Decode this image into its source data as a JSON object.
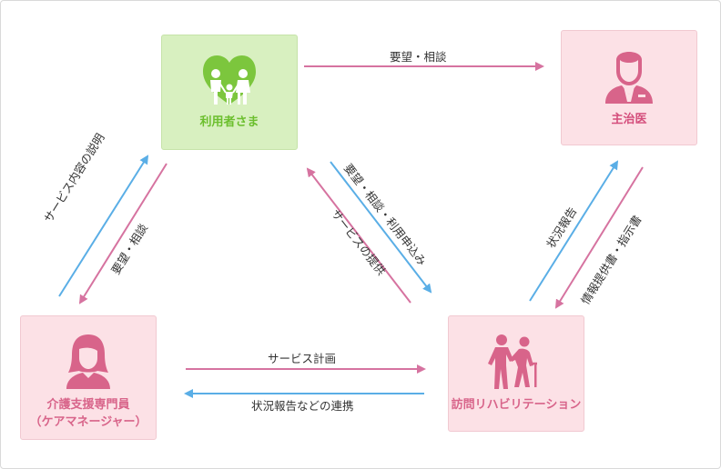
{
  "nodes": {
    "user": {
      "label": "利用者さま",
      "icon": "family-icon"
    },
    "doctor": {
      "label": "主治医",
      "icon": "doctor-icon"
    },
    "care_manager": {
      "label": "介護支援専門員",
      "sublabel": "（ケアマネージャー）",
      "icon": "woman-icon"
    },
    "rehab": {
      "label": "訪問リハビリテーション",
      "icon": "caregiver-elder-icon"
    }
  },
  "edges": {
    "user_to_doctor": "要望・相談",
    "cm_to_user": "サービス内容の説明",
    "user_to_cm": "要望・相談",
    "user_to_rehab": "要望・相談・利用申込み",
    "rehab_to_user": "サービスの提供",
    "rehab_to_doctor": "状況報告",
    "doctor_to_rehab": "情報提供書・指示書",
    "cm_to_rehab": "サービス計画",
    "rehab_to_cm": "状況報告などの連携"
  },
  "colors": {
    "green_box": "#d8f0c0",
    "pink_box": "#fce1e6",
    "pink_arrow": "#d673a0",
    "blue_arrow": "#5aaee6",
    "green_text": "#6cbf2e",
    "pink_text": "#d8648a"
  }
}
